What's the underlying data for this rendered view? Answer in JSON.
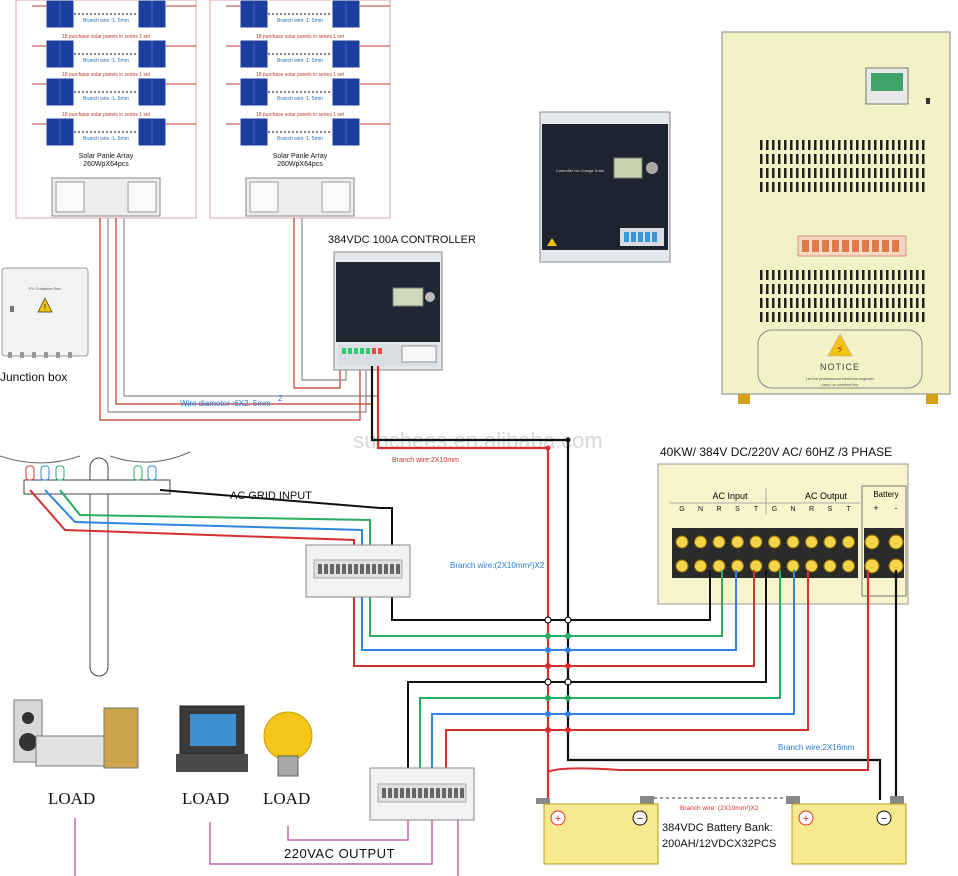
{
  "solar": {
    "panel_line1": "18 purchase solar panels in series 1 set",
    "panel_line2": "18 purchase solar panel in series 1 set",
    "branch_wire": "Branch wire :1. 5mm",
    "array_title": "Solar Panle Array",
    "array_spec": "260WpX64pcs"
  },
  "junction_box": {
    "label": "Junction box",
    "panel_text": "PV Combiner Box"
  },
  "controller": {
    "title": "384VDC 100A CONTROLLER",
    "wire_diameter": "Wire diameter :6X2. 5mm",
    "branch_wire": "Branch wire:2X10mm",
    "small_unit_label": "Controller Ha Charge Solar"
  },
  "watermark": "sunchees.en.alibaba.com",
  "inverter": {
    "title": "40KW/ 384V DC/220V AC/ 60HZ /3 PHASE",
    "notice": "NOTICE",
    "notice_sub1": "Let the professional electrical engineer",
    "notice_sub2": "carry on connect line",
    "ac_input": "AC Input",
    "ac_output": "AC Output",
    "battery": "Battery",
    "input_terminals": [
      "G",
      "N",
      "R",
      "S",
      "T"
    ],
    "output_terminals": [
      "G",
      "N",
      "R",
      "S",
      "T"
    ],
    "battery_terminals": [
      "+",
      "-"
    ]
  },
  "grid": {
    "label": "AC GRID INPUT",
    "branch_wire": "Branch wire:(2X10mm²)X2"
  },
  "loads": {
    "load1": "LOAD",
    "load2": "LOAD",
    "load3": "LOAD",
    "output": "220VAC OUTPUT"
  },
  "battery": {
    "branch_wire_main": "Branch wire:2X16mm",
    "branch_wire_link": "Branch wire: (2X10mm²)X2",
    "bank_line1": "384VDC Battery Bank:",
    "bank_line2": "200AH/12VDCX32PCS"
  },
  "colors": {
    "red": "#d63031",
    "black": "#111111",
    "blue": "#2e86de",
    "green": "#27ae60",
    "cream": "#f5f2c9",
    "battery_yellow": "#f7e98e"
  }
}
